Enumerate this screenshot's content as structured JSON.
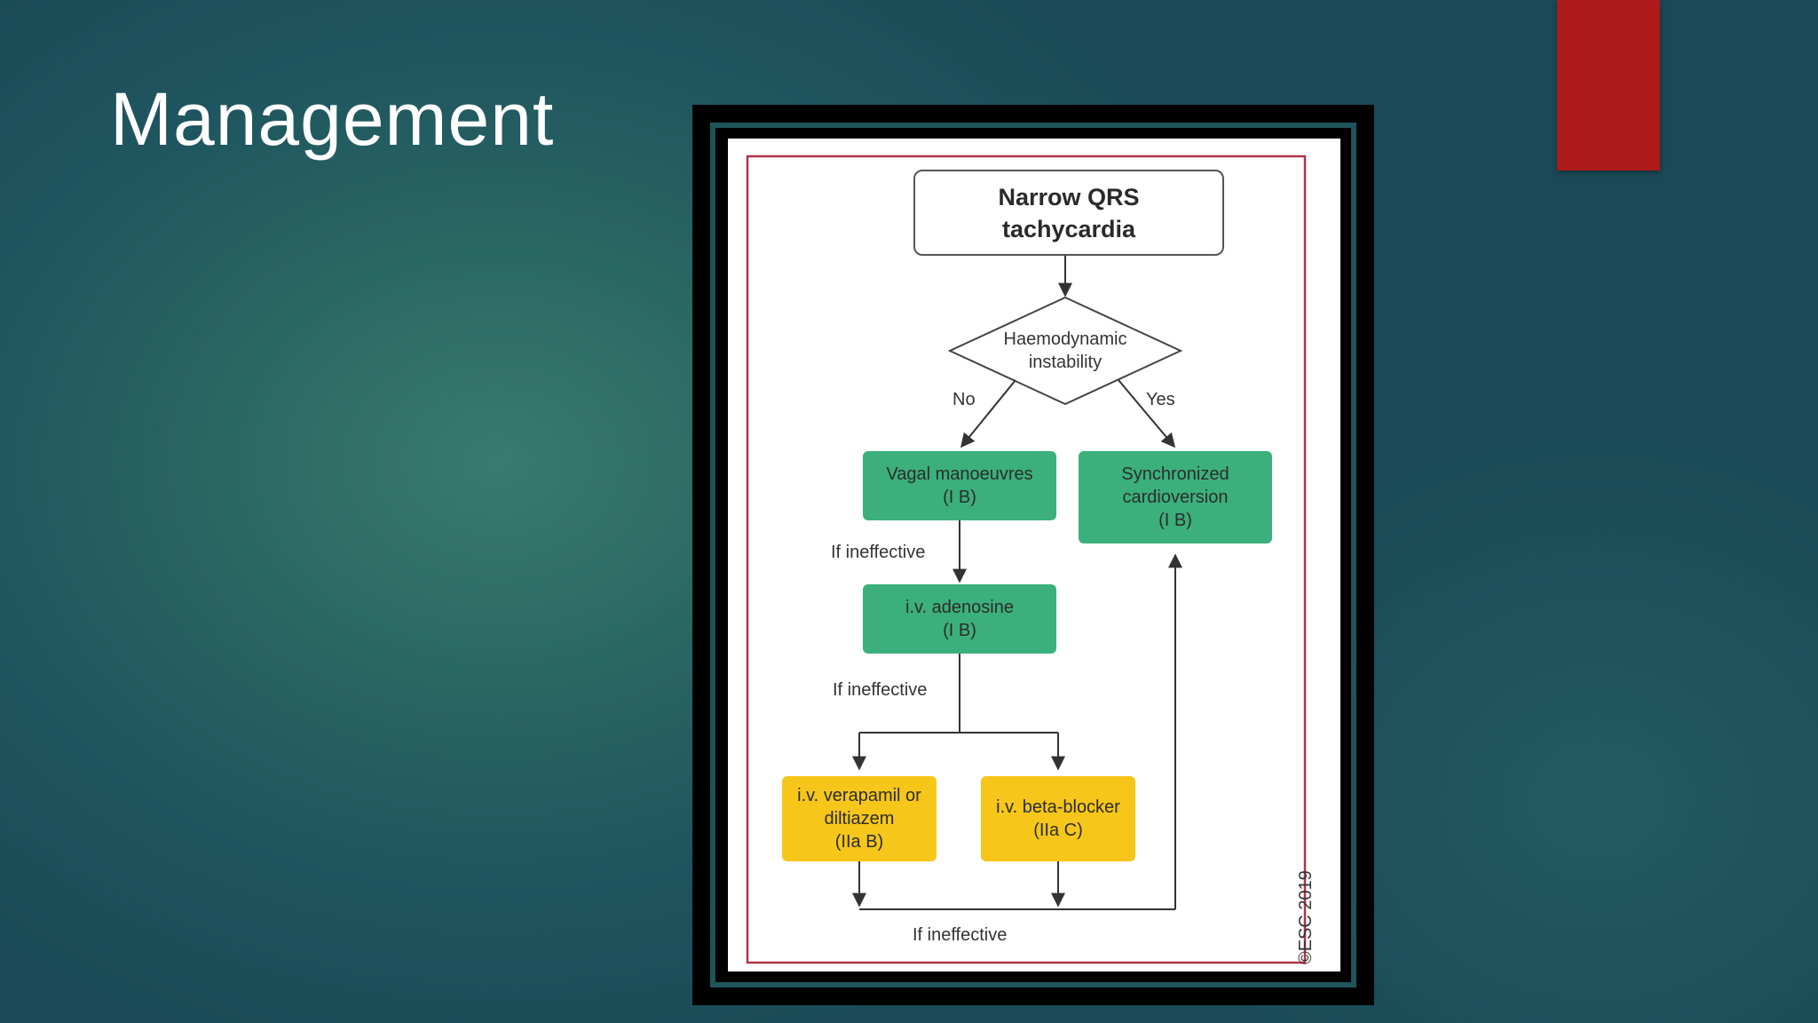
{
  "slide": {
    "title": "Management"
  },
  "colors": {
    "accent_bar": "#ad1a1a",
    "decision_green": "#3bb07c",
    "drug_yellow": "#f6c71a",
    "border_red": "#b2334a"
  },
  "diagram": {
    "start": {
      "line1": "Narrow QRS",
      "line2": "tachycardia"
    },
    "decision": {
      "line1": "Haemodynamic",
      "line2": "instability"
    },
    "branch_no": "No",
    "branch_yes": "Yes",
    "vagal": {
      "line1": "Vagal manoeuvres",
      "line2": "(I B)"
    },
    "synchronized": {
      "line1": "Synchronized",
      "line2": "cardioversion",
      "line3": "(I B)"
    },
    "adenosine": {
      "line1": "i.v. adenosine",
      "line2": "(I B)"
    },
    "verapamil": {
      "line1": "i.v. verapamil or",
      "line2": "diltiazem",
      "line3": "(IIa B)"
    },
    "beta_blocker": {
      "line1": "i.v. beta-blocker",
      "line2": "(IIa C)"
    },
    "if_ineffective_1": "If ineffective",
    "if_ineffective_2": "If ineffective",
    "if_ineffective_3": "If ineffective",
    "copyright": "©ESC 2019"
  }
}
